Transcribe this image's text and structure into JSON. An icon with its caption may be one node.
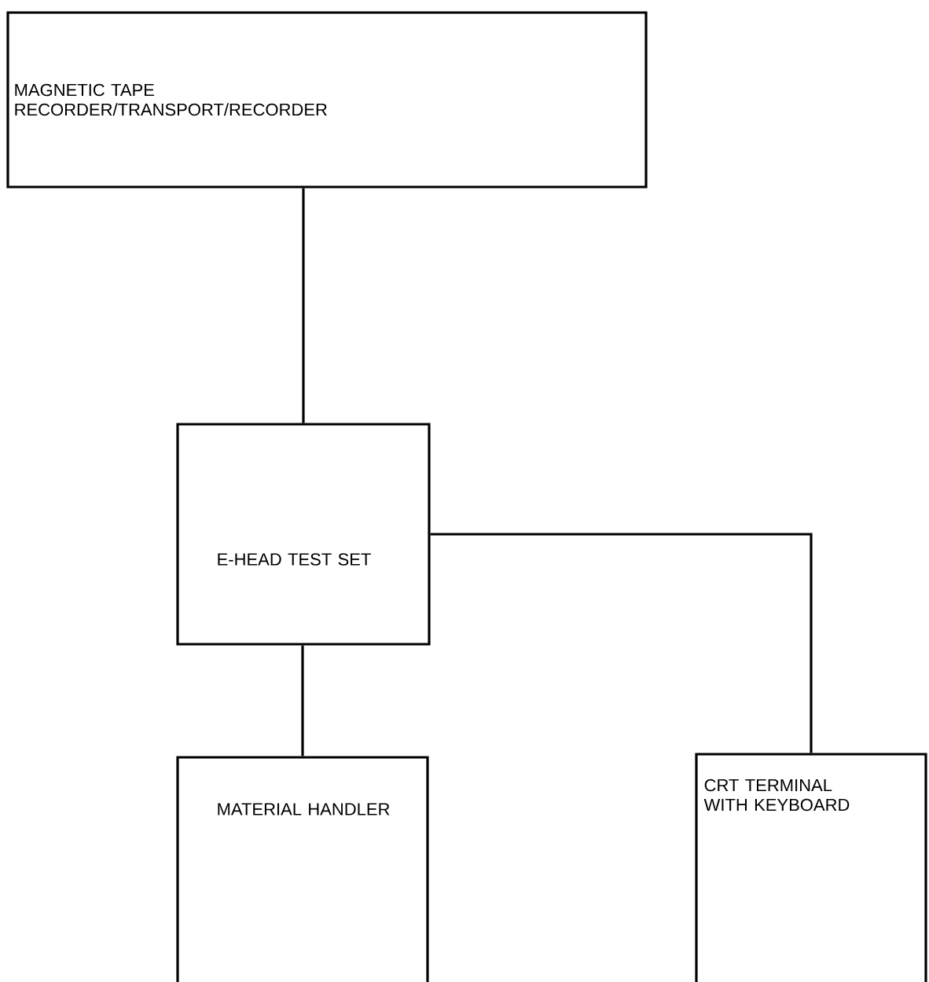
{
  "diagram": {
    "nodes": [
      {
        "text": [
          "MAGNETIC TAPE RECORDER/TRANSPORT/RECORDER"
        ]
      },
      {
        "text": [
          "E-HEAD TEST SET"
        ]
      },
      {
        "text": [
          "MATERIAL HANDLER"
        ]
      },
      {
        "text": [
          "CRT TERMINAL WITH KEYBOARD"
        ]
      }
    ],
    "edges": [
      {
        "from": 0,
        "to": 1,
        "arrow": "none"
      },
      {
        "from": 1,
        "to": 2,
        "arrow": "none"
      },
      {
        "from": 1,
        "to": 3,
        "arrow": "none"
      }
    ]
  }
}
